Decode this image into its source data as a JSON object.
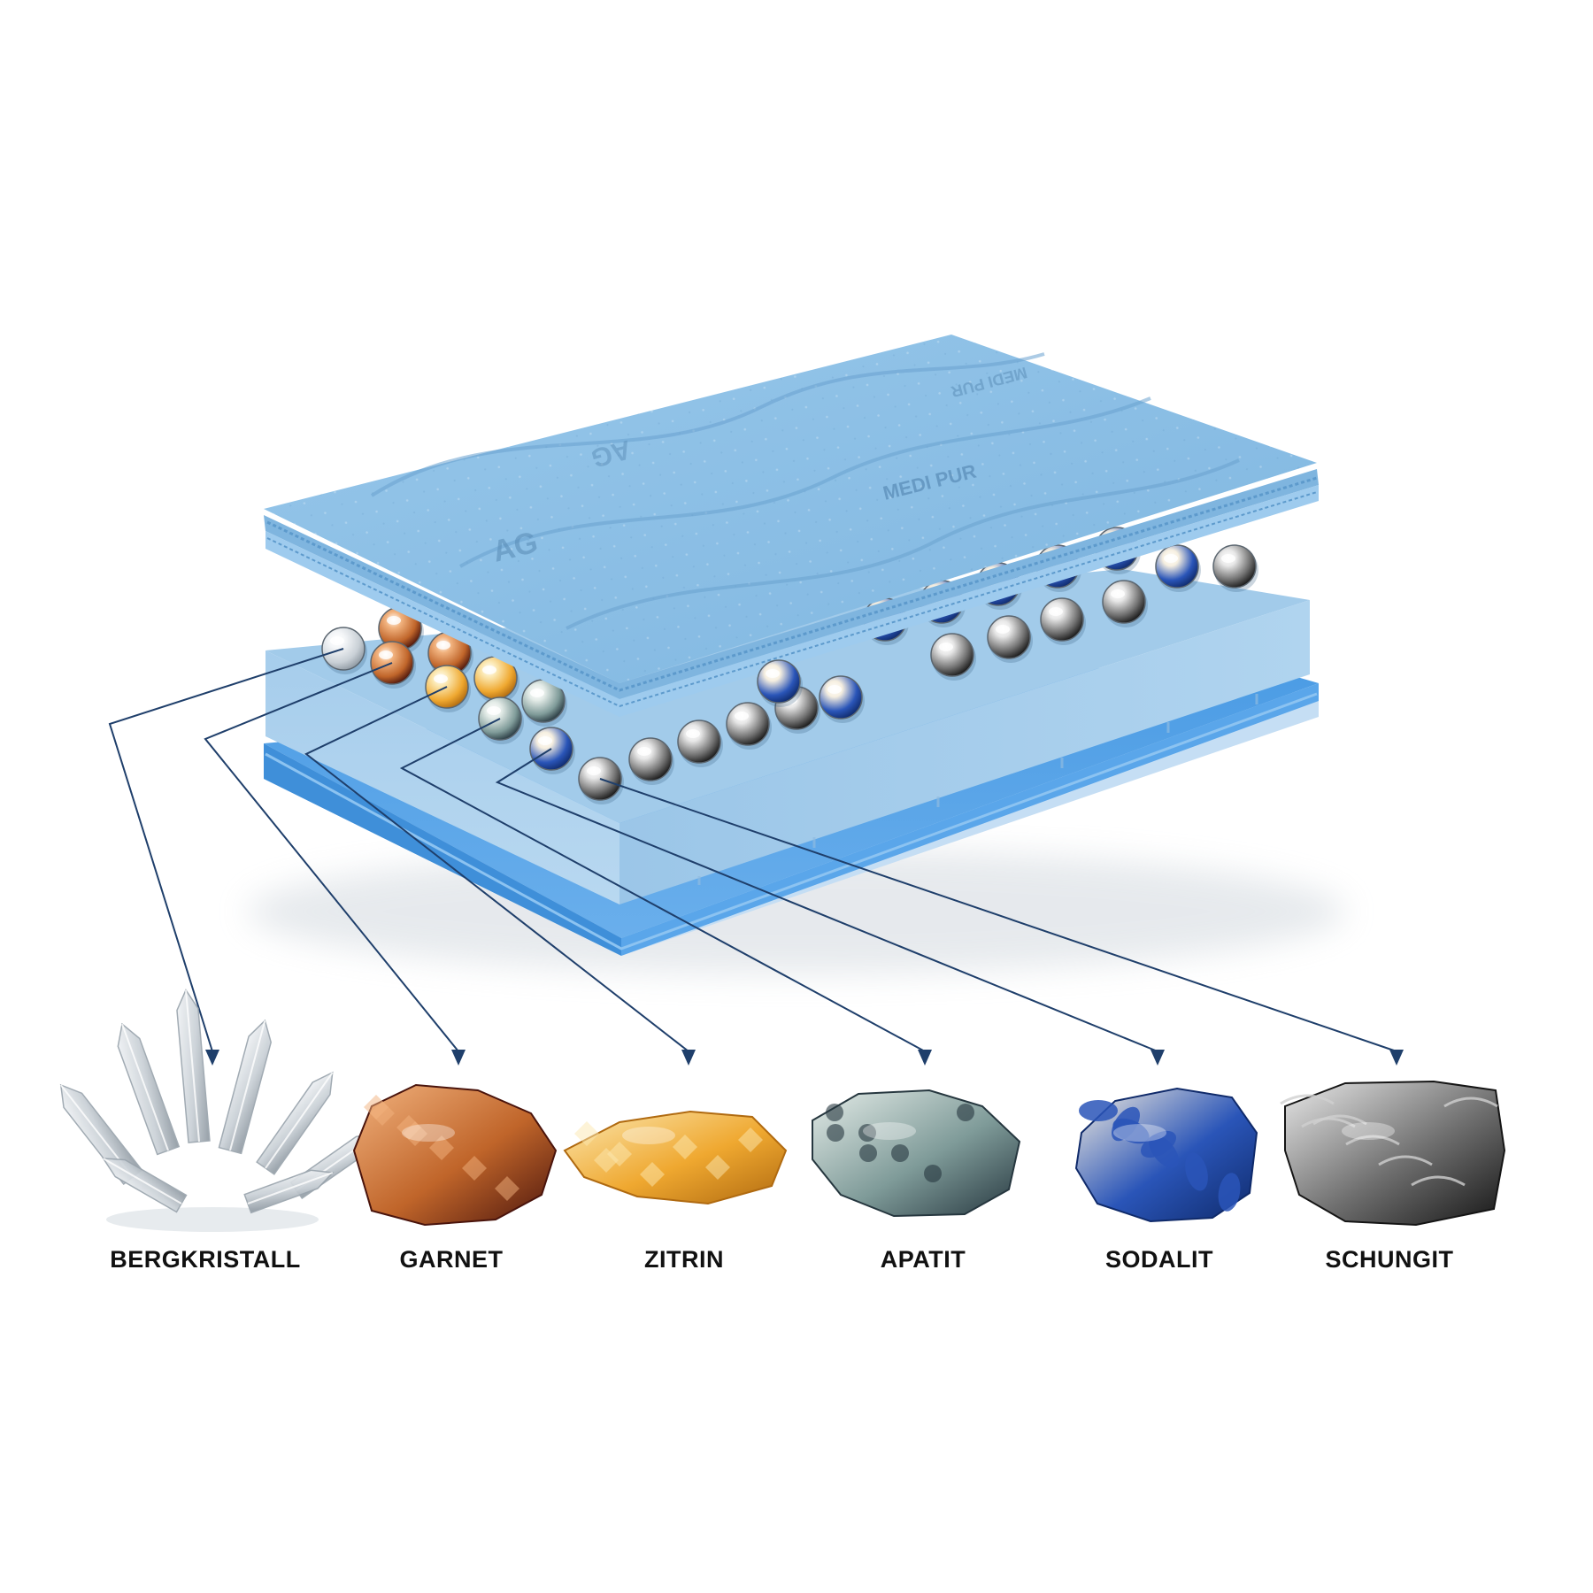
{
  "mattress": {
    "brand_text": "MEDI PUR",
    "logo_text": "AG",
    "colors": {
      "top_layer": "#8fc1e6",
      "top_layer_edge": "#6fa9d8",
      "core": "#9cc8e9",
      "core_side": "#a9d0ee",
      "base_layer": "#4f9fe6",
      "base_shadow": "#6cb2ee"
    }
  },
  "connector_color": "#1f3f6b",
  "minerals": [
    {
      "key": "bergkristall",
      "label": "BERGKRISTALL",
      "icon": "clear-quartz-cluster-icon",
      "colors": [
        "#f4f6f8",
        "#c9d0d6",
        "#8e98a1"
      ]
    },
    {
      "key": "garnet",
      "label": "GARNET",
      "icon": "garnet-crystal-icon",
      "colors": [
        "#f1b27e",
        "#c0652a",
        "#4a140c"
      ]
    },
    {
      "key": "zitrin",
      "label": "ZITRIN",
      "icon": "citrine-crystal-icon",
      "colors": [
        "#fbe7b0",
        "#efa830",
        "#b06a10"
      ]
    },
    {
      "key": "apatit",
      "label": "APATIT",
      "icon": "apatite-rock-icon",
      "colors": [
        "#e4ece8",
        "#7f9b99",
        "#26373f"
      ]
    },
    {
      "key": "sodalit",
      "label": "SODALIT",
      "icon": "sodalite-rock-icon",
      "colors": [
        "#f6efe0",
        "#2a55b8",
        "#0f2a6a"
      ]
    },
    {
      "key": "schungit",
      "label": "SCHUNGIT",
      "icon": "shungite-rock-icon",
      "colors": [
        "#e8e8e8",
        "#6f6f6f",
        "#151515"
      ]
    }
  ]
}
